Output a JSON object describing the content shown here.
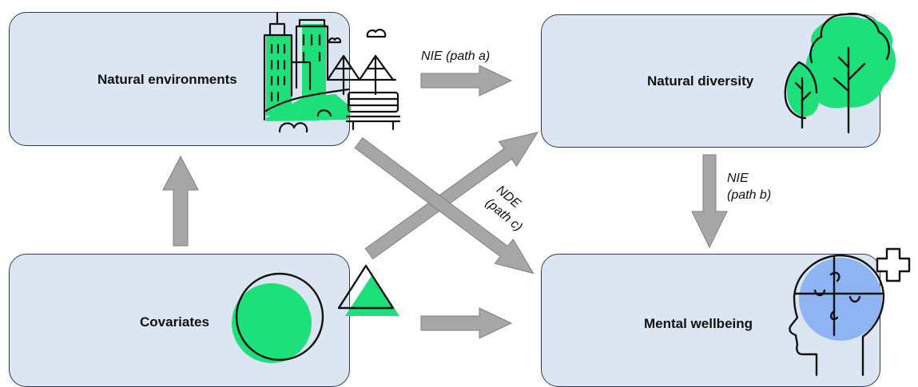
{
  "nodes": {
    "natural_environments": "Natural environments",
    "natural_diversity": "Natural diversity",
    "covariates": "Covariates",
    "mental_wellbeing": "Mental wellbeing"
  },
  "paths": {
    "path_a": "NIE (path a)",
    "path_b_line1": "NIE",
    "path_b_line2": "(path b)",
    "path_c_line1": "NDE",
    "path_c_line2": "(path c)"
  },
  "colors": {
    "box_fill": "#dce6f2",
    "box_border": "#2f3a52",
    "arrow_fill": "#a6a6a6",
    "accent_green": "#1ee07a",
    "accent_blue": "#8fb4f4",
    "ink": "#111111"
  },
  "icons": [
    "city-park-icon",
    "trees-icon",
    "circle-triangle-icon",
    "head-puzzle-icon",
    "plus-icon"
  ]
}
